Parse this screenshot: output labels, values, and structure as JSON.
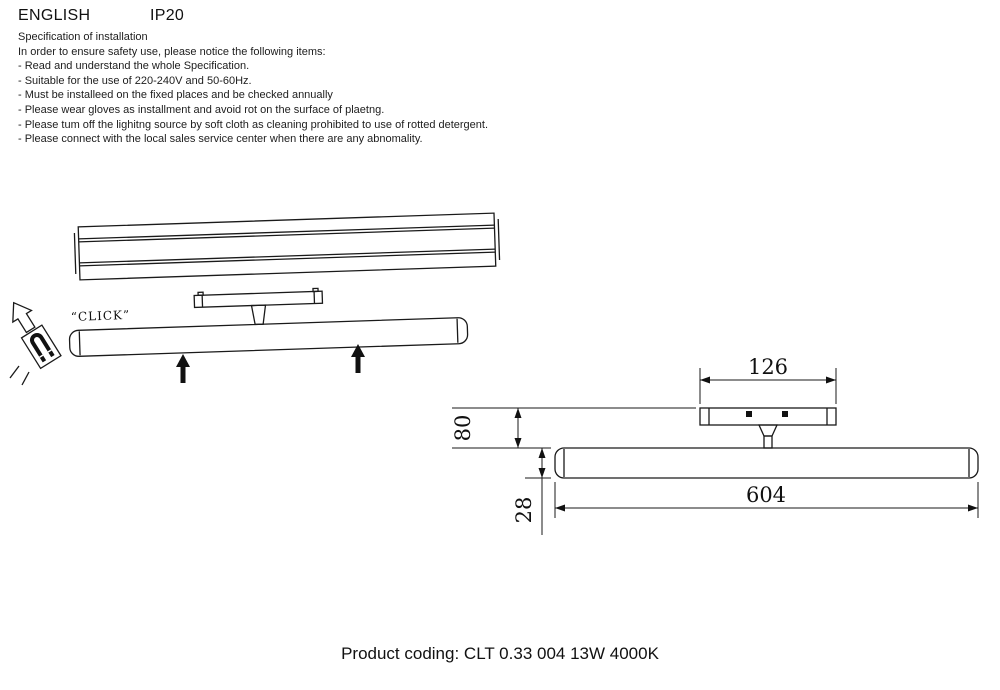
{
  "header": {
    "language": "ENGLISH",
    "ip_rating": "IP20"
  },
  "spec": {
    "title": "Specification of installation",
    "intro": "In order to ensure safety use, please notice the following items:",
    "items": [
      "- Read and understand the whole Specification.",
      "- Suitable for the use of 220-240V and 50-60Hz.",
      "- Must be installeed on the fixed places and be checked annually",
      "- Please wear gloves as installment and avoid rot on the surface of plaetng.",
      "- Please tum off the lighitng source by soft cloth as cleaning prohibited to use of rotted detergent.",
      "- Please connect with the local sales service center when there are any abnomality."
    ]
  },
  "installation_diagram": {
    "click_label": "“CLICK”",
    "icons": [
      "magnet-icon",
      "up-arrow",
      "up-arrow"
    ]
  },
  "dimension_diagram": {
    "bracket_width": "126",
    "mount_height": "80",
    "fixture_length": "604",
    "fixture_height": "28"
  },
  "footer": {
    "product_coding": "Product coding: CLT 0.33 004 13W 4000K"
  }
}
